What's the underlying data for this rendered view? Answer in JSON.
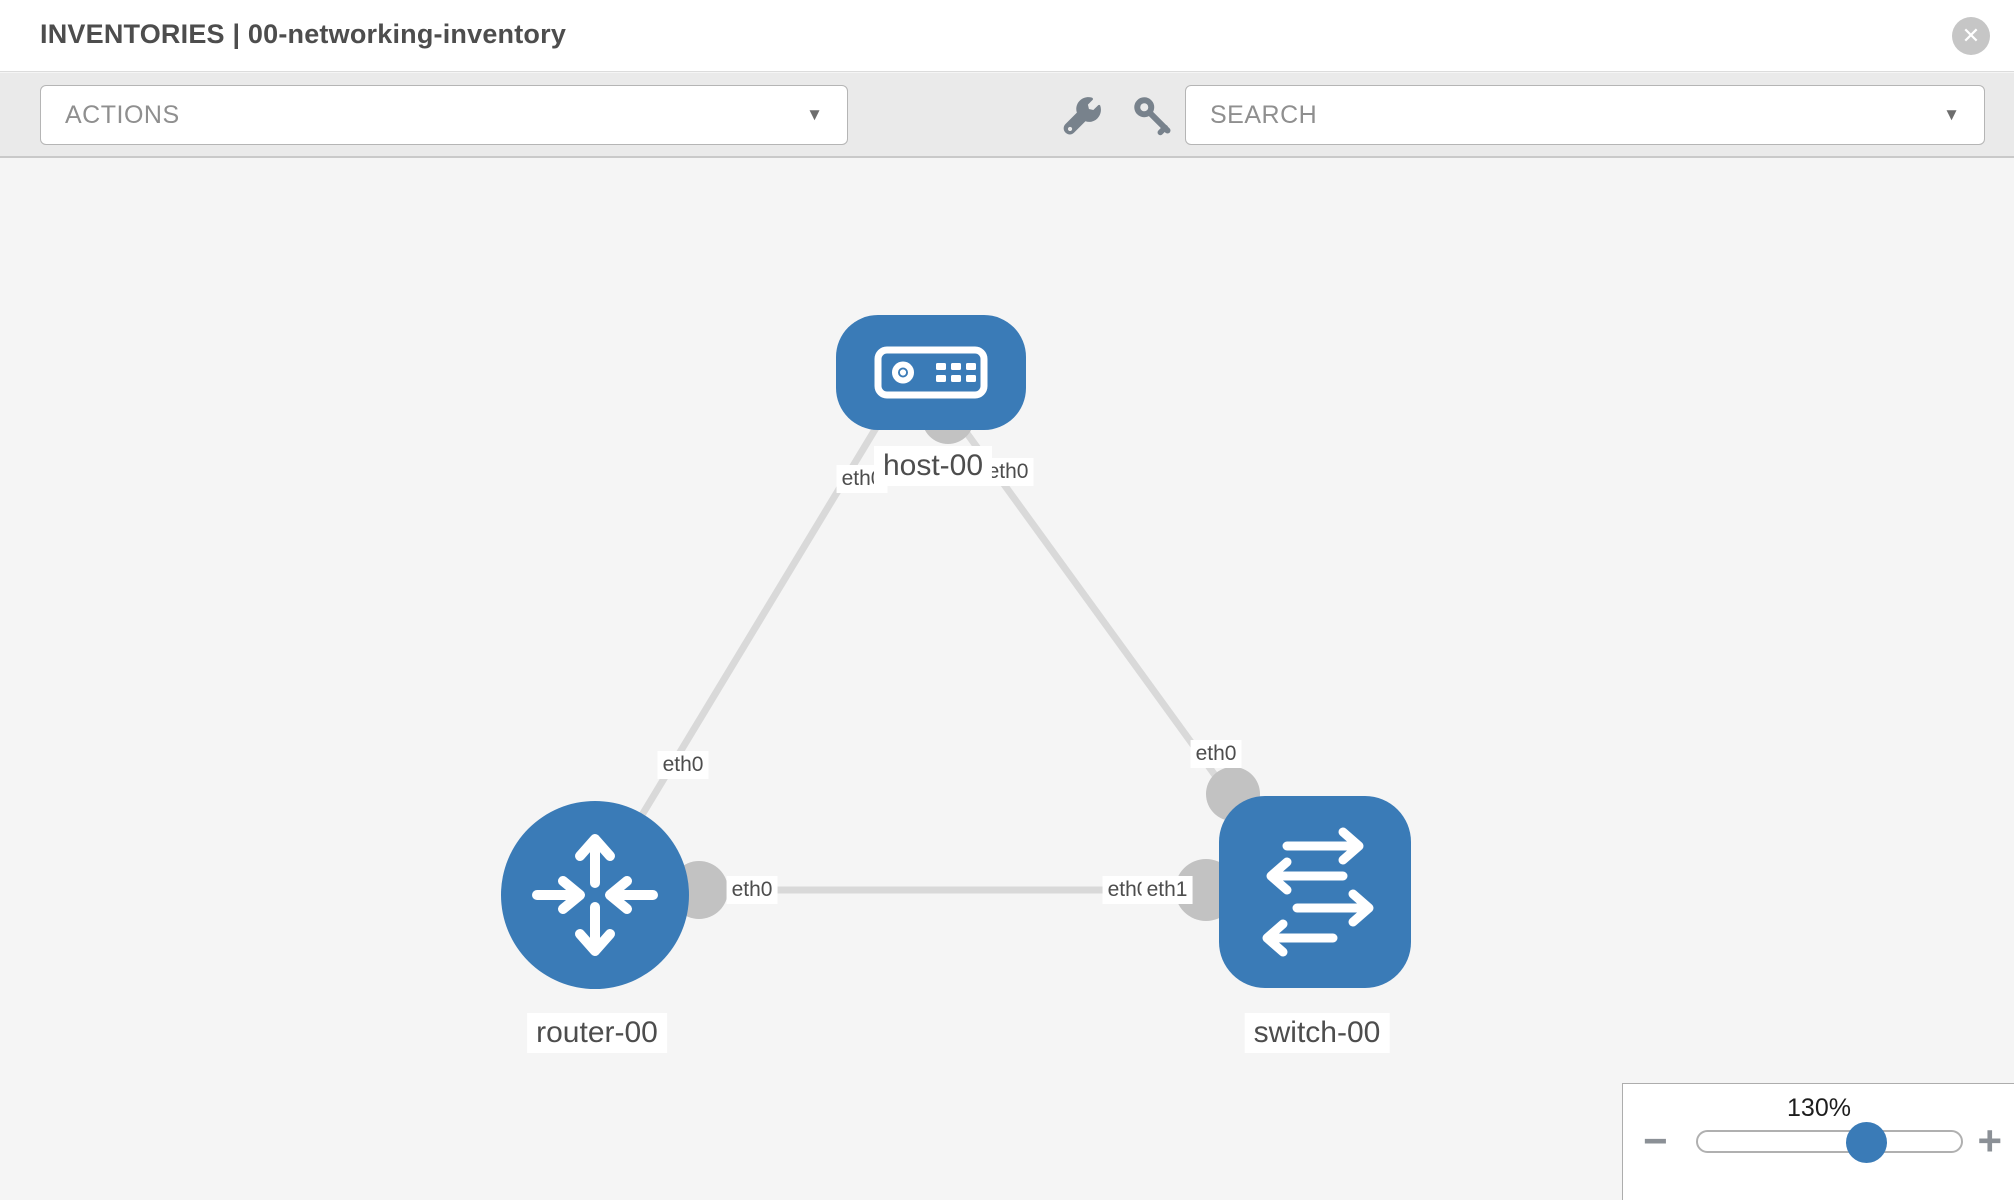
{
  "header": {
    "title": "INVENTORIES | 00-networking-inventory",
    "close_glyph": "✕"
  },
  "toolbar": {
    "actions_label": "ACTIONS",
    "search_placeholder": "SEARCH",
    "caret_glyph": "▼",
    "tool_icons": [
      {
        "name": "wrench-icon"
      },
      {
        "name": "key-icon"
      }
    ]
  },
  "topology": {
    "nodes": [
      {
        "label": "host-00",
        "type": "host"
      },
      {
        "label": "router-00",
        "type": "router"
      },
      {
        "label": "switch-00",
        "type": "switch"
      }
    ],
    "links": [
      {
        "from": "host-00",
        "to": "router-00",
        "from_interface": "eth0",
        "to_interface": "eth0"
      },
      {
        "from": "host-00",
        "to": "switch-00",
        "from_interface": "eth0",
        "to_interface": "eth0"
      },
      {
        "from": "router-00",
        "to": "switch-00",
        "from_interface": "eth0",
        "to_interface": "eth1"
      }
    ],
    "labels": {
      "host_left": "eth0",
      "host_right": "eth0",
      "router_top": "eth0",
      "switch_top": "eth0",
      "link_mid_left": "eth0",
      "link_mid_right_back": "eth0",
      "link_mid_right_front": "eth1"
    }
  },
  "zoom_control": {
    "level": "130%",
    "minus_glyph": "−",
    "plus_glyph": "+"
  },
  "colors": {
    "node_blue": "#3a7bb7",
    "link_gray": "#d9d9d9",
    "connector_gray": "#c2c2c2",
    "canvas_bg": "#f5f5f5",
    "toolbar_bg": "#eaeaea"
  }
}
